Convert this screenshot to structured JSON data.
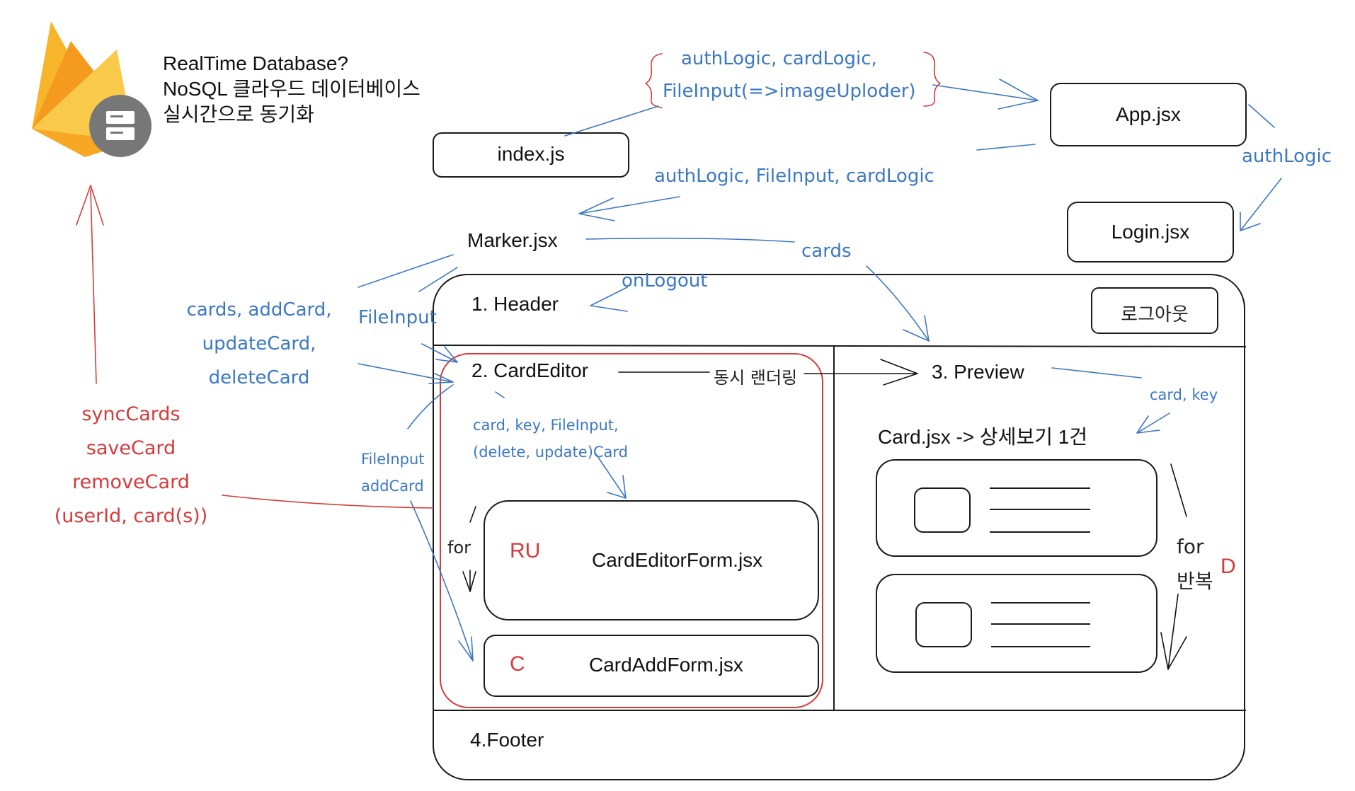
{
  "firebase": {
    "logo_icon": "firebase-flame-icon",
    "db_icon": "database-server-icon",
    "description": [
      "RealTime Database?",
      "NoSQL 클라우드 데이터베이스",
      "실시간으로 동기화"
    ]
  },
  "files": {
    "index": "index.js",
    "app": "App.jsx",
    "login": "Login.jsx",
    "marker": "Marker.jsx",
    "card": "Card.jsx -> 상세보기 1건",
    "editor_form": "CardEditorForm.jsx",
    "add_form": "CardAddForm.jsx"
  },
  "sections": {
    "header": "1. Header",
    "editor": "2. CardEditor",
    "preview": "3. Preview",
    "footer": "4.Footer"
  },
  "buttons": {
    "logout": "로그아웃"
  },
  "props": {
    "index_to_app_1": "authLogic, cardLogic,",
    "index_to_app_2": "FileInput(=>imageUploder)",
    "app_to_login": "authLogic",
    "app_to_marker": "authLogic, FileInput, cardLogic",
    "marker_to_preview": "cards",
    "header_back": "onLogout",
    "marker_to_editor_1": "cards,  addCard,",
    "marker_to_editor_2": "updateCard,",
    "marker_to_editor_3": "deleteCard",
    "marker_file_input": "FileInput",
    "editor_to_form_1": "card, key, FileInput,",
    "editor_to_form_2": "(delete, update)Card",
    "editor_to_add_1": "FileInput",
    "editor_to_add_2": "addCard",
    "preview_to_card": "card, key",
    "sync_note": "동시 랜더링",
    "loop_for": "for",
    "loop_repeat": "반복"
  },
  "firebase_calls": [
    "syncCards",
    "saveCard",
    "removeCard",
    "(userId, card(s))"
  ],
  "crud": {
    "read_update": "RU",
    "create": "C",
    "delete": "D"
  },
  "colors": {
    "blue": "#3b78c4",
    "red": "#d63b3b",
    "firebase_yellow": "#f6c445",
    "firebase_orange": "#f5a623",
    "db_gray": "#757575"
  }
}
